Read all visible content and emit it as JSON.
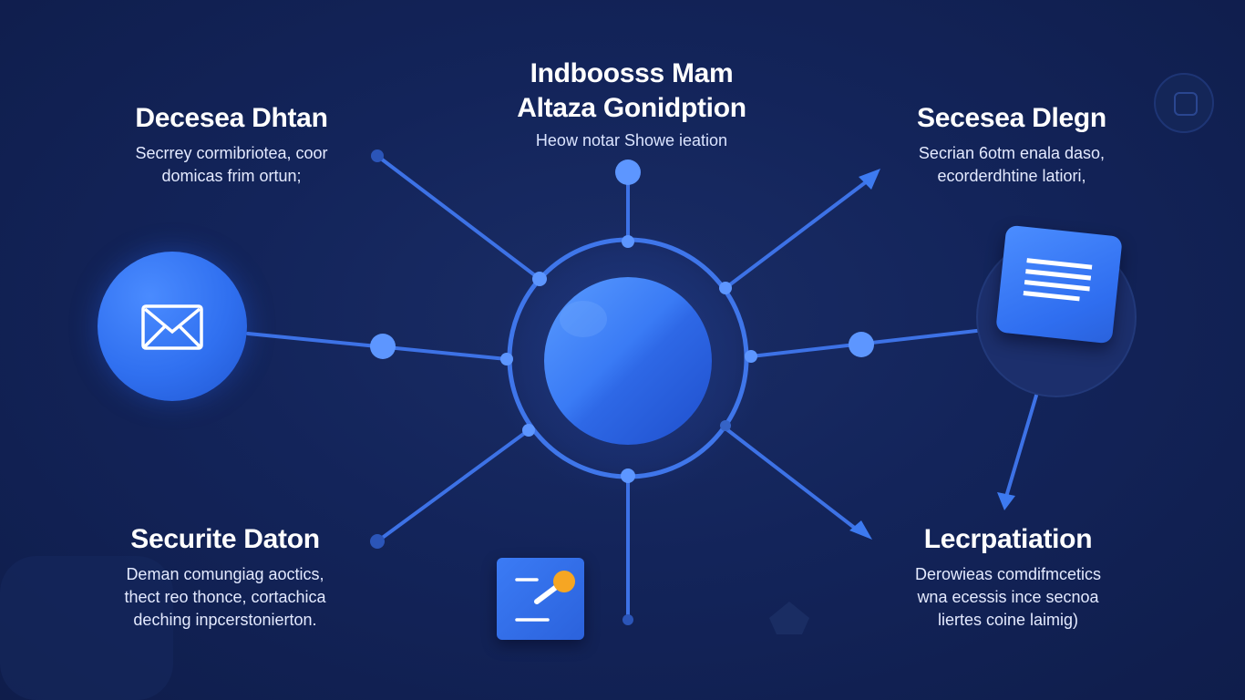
{
  "header": {
    "title_line1": "Indboosss Mam",
    "title_line2": "Altaza Gonidption",
    "subtitle": "Heow notar Showe ieation"
  },
  "features": {
    "top_left": {
      "title": "Decesea Dhtan",
      "desc_line1": "Secrrey cormibriotea, coor",
      "desc_line2": "domicas frim ortun;",
      "icon": "mail-icon"
    },
    "top_right": {
      "title": "Secesea Dlegn",
      "desc_line1": "Secrian 6otm enala daso,",
      "desc_line2": "ecorderdhtine latiori,",
      "icon": "document-icon"
    },
    "bottom_left": {
      "title": "Securite Daton",
      "desc_line1": "Deman comungiag aoctics,",
      "desc_line2": "thect reo thonce, cortachica",
      "desc_line3": "deching inpcerstonierton.",
      "icon": "chart-icon"
    },
    "bottom_right": {
      "title": "Lecrpatiation",
      "desc_line1": "Derowieas comdifmcetics",
      "desc_line2": "wna ecessis ince secnoa",
      "desc_line3": "liertes coine laimig)",
      "icon": "arrow-icon"
    }
  },
  "colors": {
    "background": "#13245a",
    "accent": "#3a7bf5",
    "line": "#3d72e6",
    "highlight": "#f6a623"
  },
  "center_hub": {
    "icon": "globe-sphere-icon"
  }
}
